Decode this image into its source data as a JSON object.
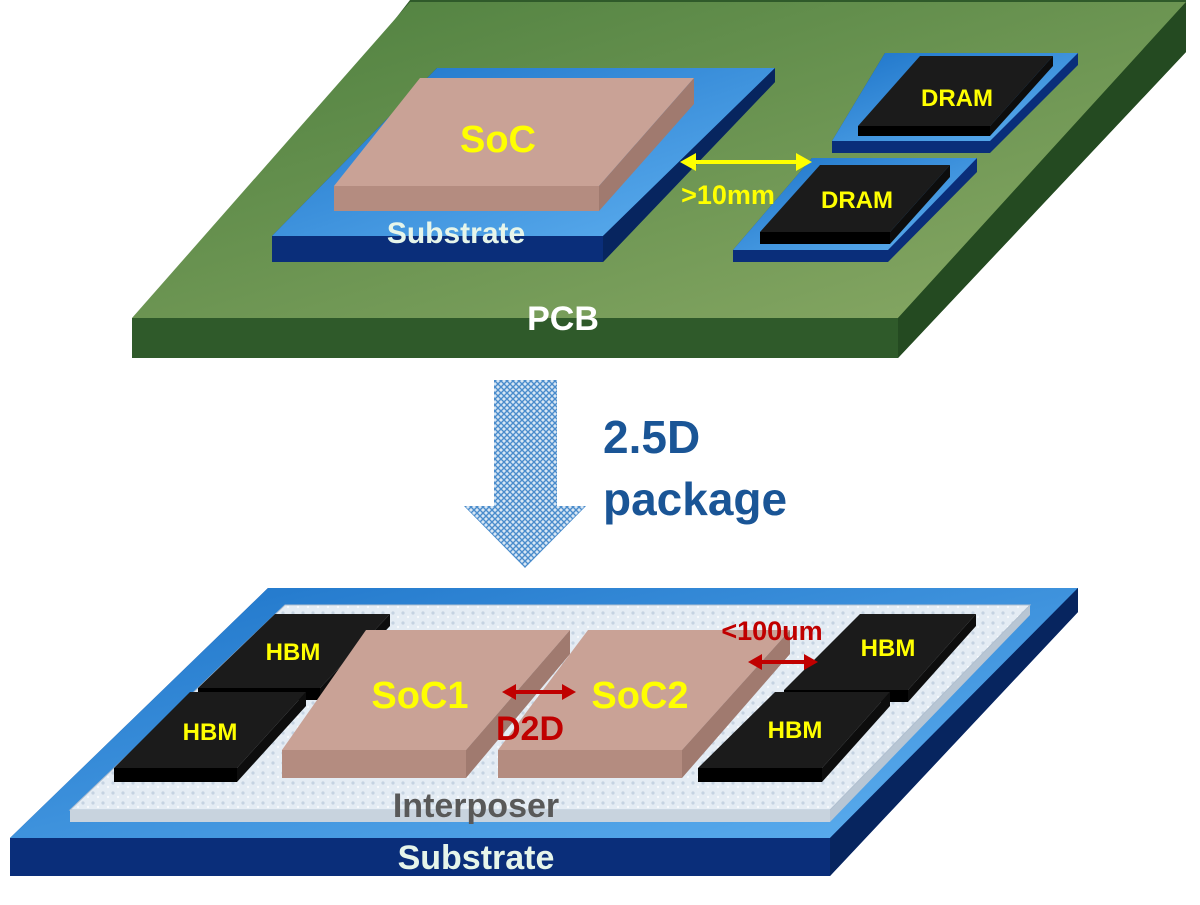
{
  "top_package": {
    "pcb_label": "PCB",
    "substrate_label": "Substrate",
    "soc_label": "SoC",
    "dram_labels": [
      "DRAM",
      "DRAM"
    ],
    "distance_label": ">10mm"
  },
  "transition": {
    "label_line1": "2.5D",
    "label_line2": "package"
  },
  "bottom_package": {
    "substrate_label": "Substrate",
    "interposer_label": "Interposer",
    "soc1_label": "SoC1",
    "soc2_label": "SoC2",
    "hbm_labels": [
      "HBM",
      "HBM",
      "HBM",
      "HBM"
    ],
    "d2d_label": "D2D",
    "distance_label": "<100um"
  },
  "colors": {
    "pcb_top": "#6f9a5a",
    "pcb_side": "#2f5a2a",
    "substrate_top": "#2e86d8",
    "substrate_side": "#0a2e7a",
    "soc_top": "#c9a296",
    "soc_side": "#a8837a",
    "dram_top": "#1b1b1b",
    "label_yellow": "#ffff00",
    "label_red": "#c00000",
    "label_blue": "#1a5596"
  }
}
